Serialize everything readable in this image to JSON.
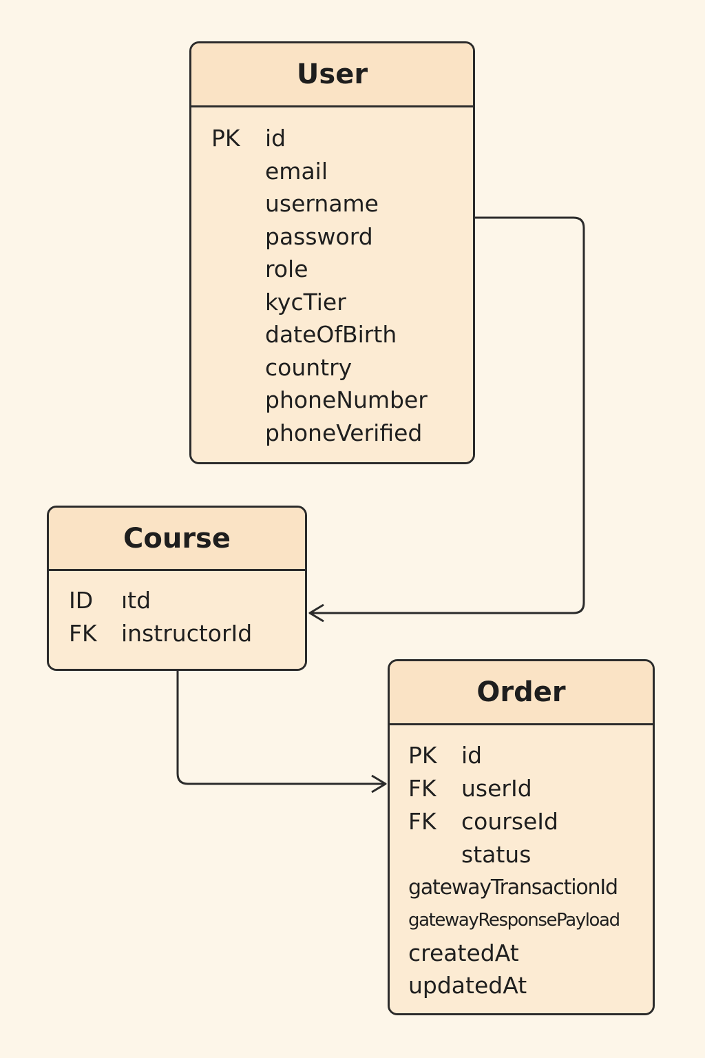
{
  "entities": {
    "user": {
      "title": "User",
      "fields": [
        {
          "key": "PK",
          "name": "id"
        },
        {
          "key": "",
          "name": "email"
        },
        {
          "key": "",
          "name": "username"
        },
        {
          "key": "",
          "name": "password"
        },
        {
          "key": "",
          "name": "role"
        },
        {
          "key": "",
          "name": "kycTier"
        },
        {
          "key": "",
          "name": "dateOfBirth"
        },
        {
          "key": "",
          "name": "country"
        },
        {
          "key": "",
          "name": "phoneNumber"
        },
        {
          "key": "",
          "name": "phoneVerified"
        }
      ]
    },
    "course": {
      "title": "Course",
      "fields": [
        {
          "key": "ID",
          "name": "ıtd"
        },
        {
          "key": "FK",
          "name": "instructorId"
        }
      ]
    },
    "order": {
      "title": "Order",
      "fields": [
        {
          "key": "PK",
          "name": "id"
        },
        {
          "key": "FK",
          "name": "userId"
        },
        {
          "key": "FK",
          "name": "courseId"
        },
        {
          "key": "",
          "name": "status"
        },
        {
          "key": "",
          "name": "gatewayTransactionId"
        },
        {
          "key": "",
          "name": "gatewayResponsePayload"
        },
        {
          "key": "",
          "name": "createdAt"
        },
        {
          "key": "",
          "name": "updatedAt"
        }
      ]
    }
  },
  "relationships": [
    {
      "from": "User",
      "to": "Course"
    },
    {
      "from": "Course",
      "to": "Order"
    }
  ],
  "colors": {
    "background": "#fdf6e9",
    "entity_fill": "#fbe9d0",
    "stroke": "#2b2b2b",
    "text": "#1f1f1f"
  }
}
